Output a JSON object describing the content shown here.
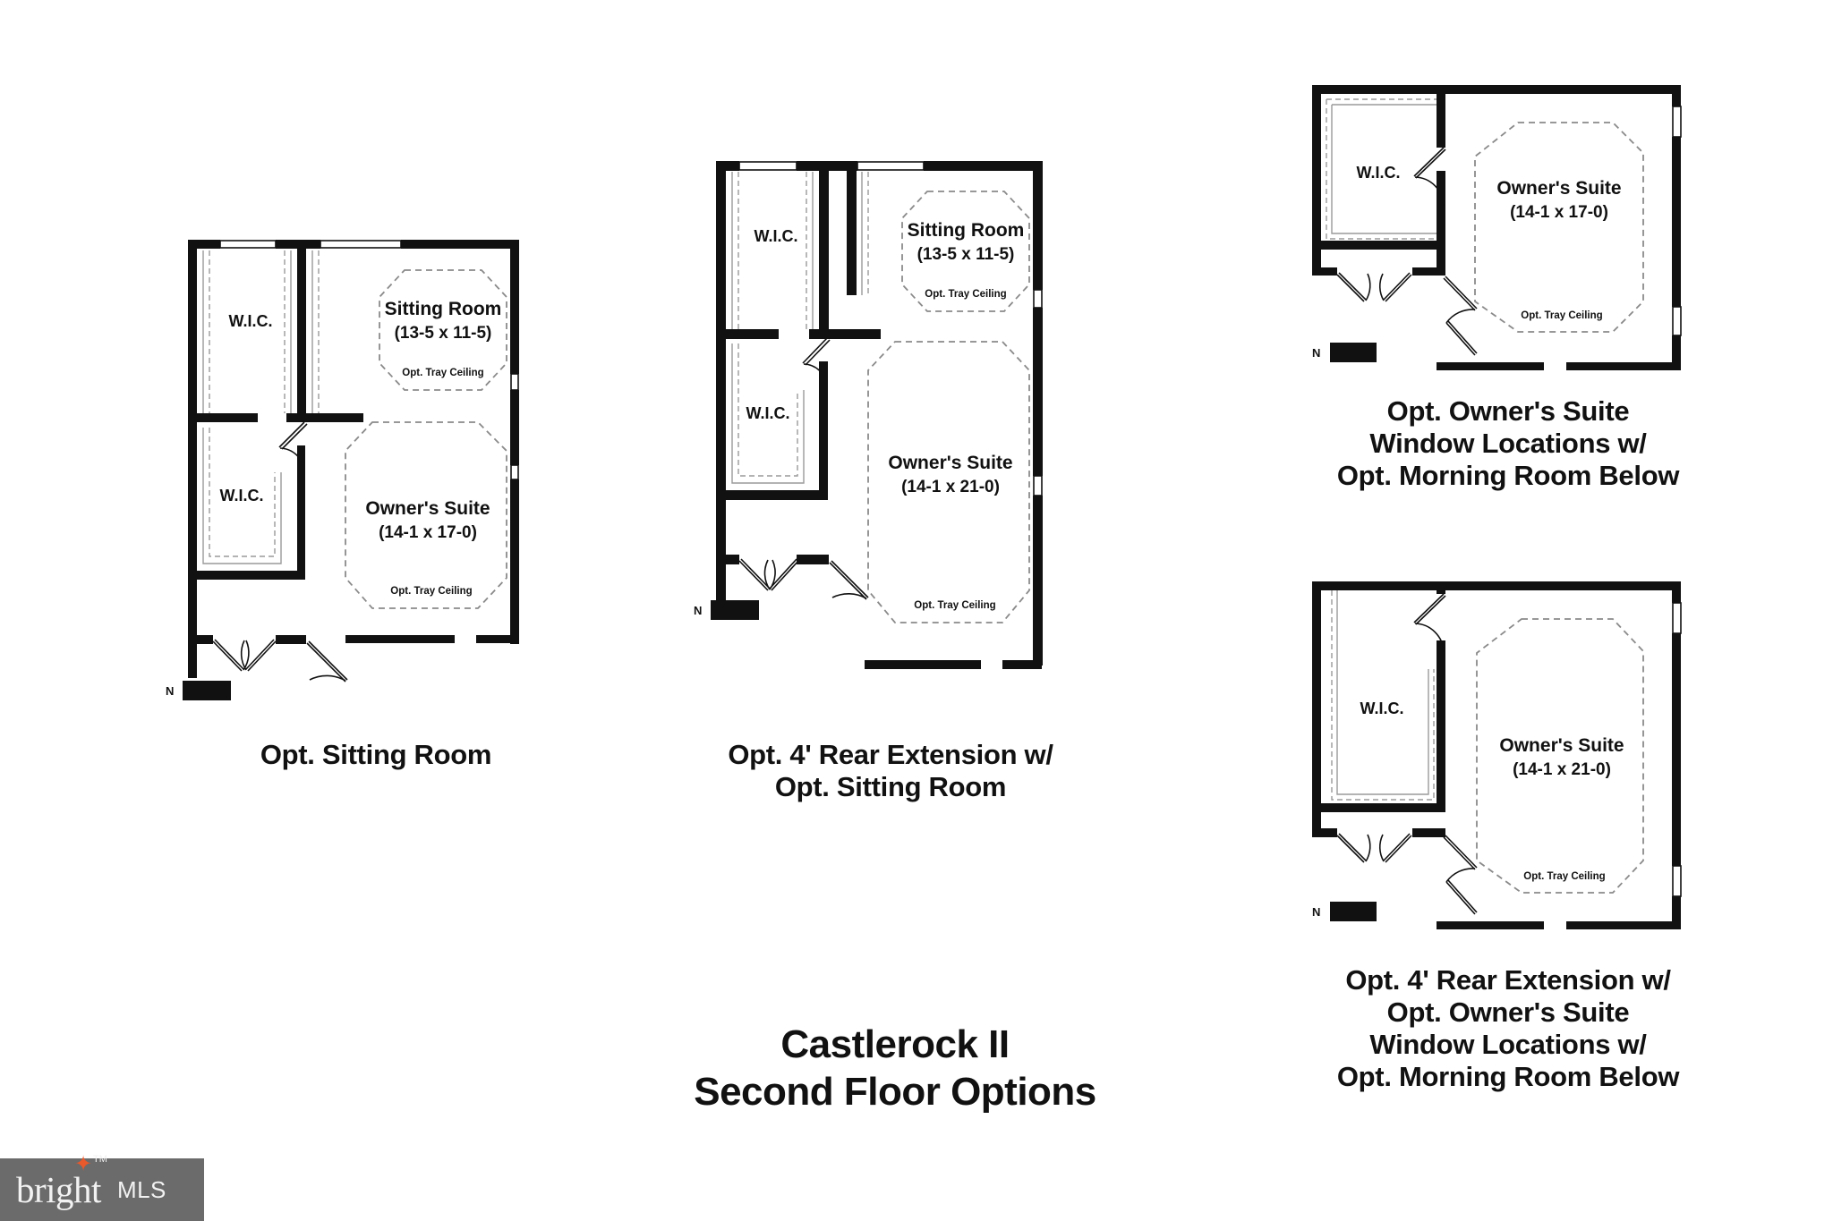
{
  "document": {
    "title_line_1": "Castlerock II",
    "title_line_2": "Second Floor Options",
    "title_full": "Castlerock II\nSecond Floor Options"
  },
  "watermark": {
    "brand": "bright",
    "suffix": "MLS",
    "trademark": "TM",
    "star_glyph": "✦",
    "bg_color": "#6b6b6b",
    "text_color": "#f2f2f2",
    "accent_color": "#e8592b"
  },
  "colors": {
    "wall": "#111111",
    "line": "#111111",
    "dashed": "#8a8a8a",
    "background": "#ffffff",
    "text": "#111111"
  },
  "plans": [
    {
      "id": "plan-opt-sitting-room",
      "caption": "Opt. Sitting Room",
      "compass_label": "N",
      "rooms": [
        {
          "key": "wic_upper",
          "name": "W.I.C.",
          "dimensions": ""
        },
        {
          "key": "wic_lower",
          "name": "W.I.C.",
          "dimensions": ""
        },
        {
          "key": "sitting_room",
          "name": "Sitting Room",
          "dimensions": "(13-5 x 11-5)",
          "note": "Opt. Tray Ceiling"
        },
        {
          "key": "owners_suite",
          "name": "Owner's Suite",
          "dimensions": "(14-1 x 17-0)",
          "note": "Opt. Tray Ceiling"
        }
      ]
    },
    {
      "id": "plan-rear-extension-sitting-room",
      "caption": "Opt. 4' Rear Extension w/\nOpt. Sitting Room",
      "caption_line_1": "Opt. 4' Rear Extension w/",
      "caption_line_2": "Opt. Sitting Room",
      "compass_label": "N",
      "rooms": [
        {
          "key": "wic_upper",
          "name": "W.I.C.",
          "dimensions": ""
        },
        {
          "key": "wic_lower",
          "name": "W.I.C.",
          "dimensions": ""
        },
        {
          "key": "sitting_room",
          "name": "Sitting Room",
          "dimensions": "(13-5 x 11-5)",
          "note": "Opt. Tray Ceiling"
        },
        {
          "key": "owners_suite",
          "name": "Owner's Suite",
          "dimensions": "(14-1 x 21-0)",
          "note": "Opt. Tray Ceiling"
        }
      ]
    },
    {
      "id": "plan-owners-suite-windows",
      "caption": "Opt. Owner's Suite\nWindow Locations w/\nOpt. Morning Room Below",
      "caption_line_1": "Opt. Owner's Suite",
      "caption_line_2": "Window Locations w/",
      "caption_line_3": "Opt. Morning Room Below",
      "compass_label": "N",
      "rooms": [
        {
          "key": "wic",
          "name": "W.I.C.",
          "dimensions": ""
        },
        {
          "key": "owners_suite",
          "name": "Owner's Suite",
          "dimensions": "(14-1 x 17-0)",
          "note": "Opt. Tray Ceiling"
        }
      ]
    },
    {
      "id": "plan-rear-extension-owners-suite-windows",
      "caption": "Opt. 4' Rear Extension w/\nOpt. Owner's Suite\nWindow Locations w/\nOpt. Morning Room Below",
      "caption_line_1": "Opt. 4' Rear Extension w/",
      "caption_line_2": "Opt. Owner's Suite",
      "caption_line_3": "Window Locations w/",
      "caption_line_4": "Opt. Morning Room Below",
      "compass_label": "N",
      "rooms": [
        {
          "key": "wic",
          "name": "W.I.C.",
          "dimensions": ""
        },
        {
          "key": "owners_suite",
          "name": "Owner's Suite",
          "dimensions": "(14-1 x 21-0)",
          "note": "Opt. Tray Ceiling"
        }
      ]
    }
  ]
}
